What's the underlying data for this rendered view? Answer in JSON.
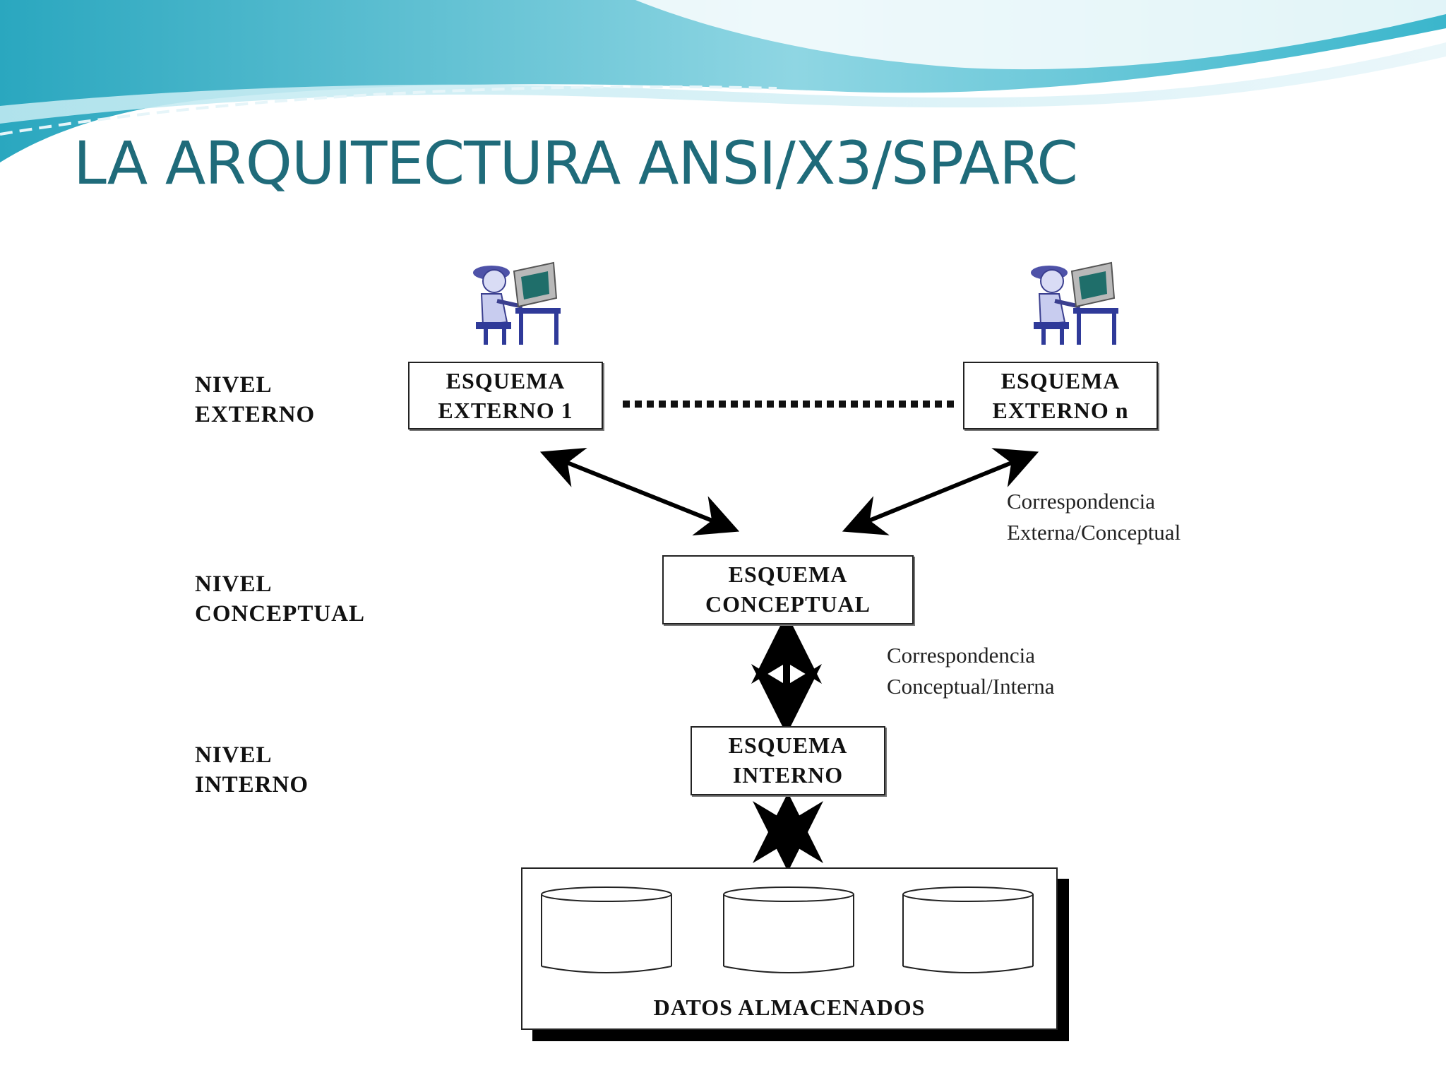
{
  "slide": {
    "title": "LA ARQUITECTURA ANSI/X3/SPARC",
    "title_color": "#1f6b7a",
    "banner_colors": [
      "#2aa7bf",
      "#8fd6e3",
      "#e8f6fa"
    ]
  },
  "levels": {
    "external": [
      "NIVEL",
      "EXTERNO"
    ],
    "conceptual": [
      "NIVEL",
      "CONCEPTUAL"
    ],
    "internal": [
      "NIVEL",
      "INTERNO"
    ]
  },
  "boxes": {
    "external_1": [
      "ESQUEMA",
      "EXTERNO 1"
    ],
    "external_n": [
      "ESQUEMA",
      "EXTERNO n"
    ],
    "conceptual": [
      "ESQUEMA",
      "CONCEPTUAL"
    ],
    "internal": [
      "ESQUEMA",
      "INTERNO"
    ]
  },
  "notes": {
    "external_conceptual": [
      "Correspondencia",
      "Externa/Conceptual"
    ],
    "conceptual_internal": [
      "Correspondencia",
      "Conceptual/Interna"
    ]
  },
  "storage": {
    "label": "DATOS ALMACENADOS",
    "cylinder_icons": [
      "database-cylinder-icon",
      "database-cylinder-icon",
      "database-cylinder-icon"
    ]
  },
  "icons": {
    "user_at_computer": "user-at-computer-icon"
  }
}
